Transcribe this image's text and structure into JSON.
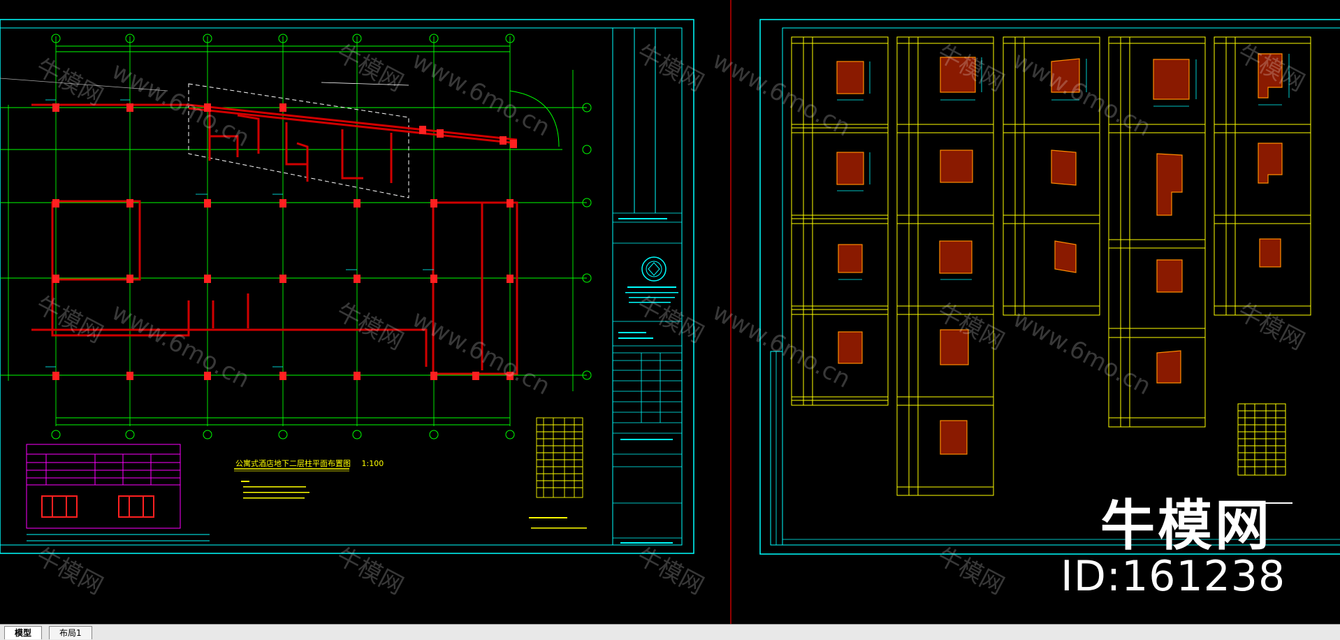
{
  "tabs": [
    {
      "label": "模型",
      "active": true
    },
    {
      "label": "布局1",
      "active": false
    }
  ],
  "drawing_title": "公寓式酒店地下二层柱平面布置图",
  "scale": "1:100",
  "watermark_brand": "牛模网",
  "watermark_url": "www.6mo.cn",
  "overlay_brand": "牛模网",
  "overlay_id": "ID:161238",
  "colors": {
    "background": "#000000",
    "frame": "#00ffff",
    "grid": "#00ff00",
    "columns": "#ff2020",
    "walls": "#c00000",
    "table_yellow": "#ffff00",
    "table_magenta": "#ff00ff",
    "hatch_orange": "#ff8c00"
  },
  "icons": [
    "seal-icon"
  ]
}
